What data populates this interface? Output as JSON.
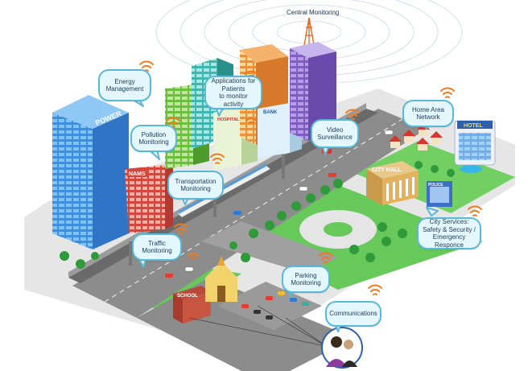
{
  "labels": {
    "central_monitoring": "Central Monitoring",
    "energy_management": "Energy\nManagement",
    "applications_patients": "Applications for\nPatients\nto monitor activity",
    "pollution_monitoring": "Pollution\nMonitoring",
    "video_surveillance": "Video\nSurveillance",
    "home_area_network": "Home Area\nNetwork",
    "transportation_monitoring": "Transportation\nMonitoring",
    "traffic_monitoring": "Traffic\nMonitoring",
    "parking_monitoring": "Parking\nMonitoring",
    "city_services": "City Services:\nSafety & Security /\nEmergency Responce",
    "communications": "Communications"
  },
  "signs": {
    "power": "POWER",
    "hospital": "HOSPITAL",
    "bank": "BANK",
    "nams": "NAMS",
    "city_hall": "CITY HALL",
    "hotel": "HOTEL",
    "school": "SCHOOL",
    "police": "POLICE"
  },
  "colors": {
    "road": "#8c8c8c",
    "grass": "#66c95a",
    "callout_border": "#5bb7d8",
    "callout_fill": "#e4f7fd",
    "wifi": "#f07a1c"
  },
  "icons": [
    "wifi-icon",
    "antenna-tower-icon",
    "person-with-phone-icon"
  ]
}
